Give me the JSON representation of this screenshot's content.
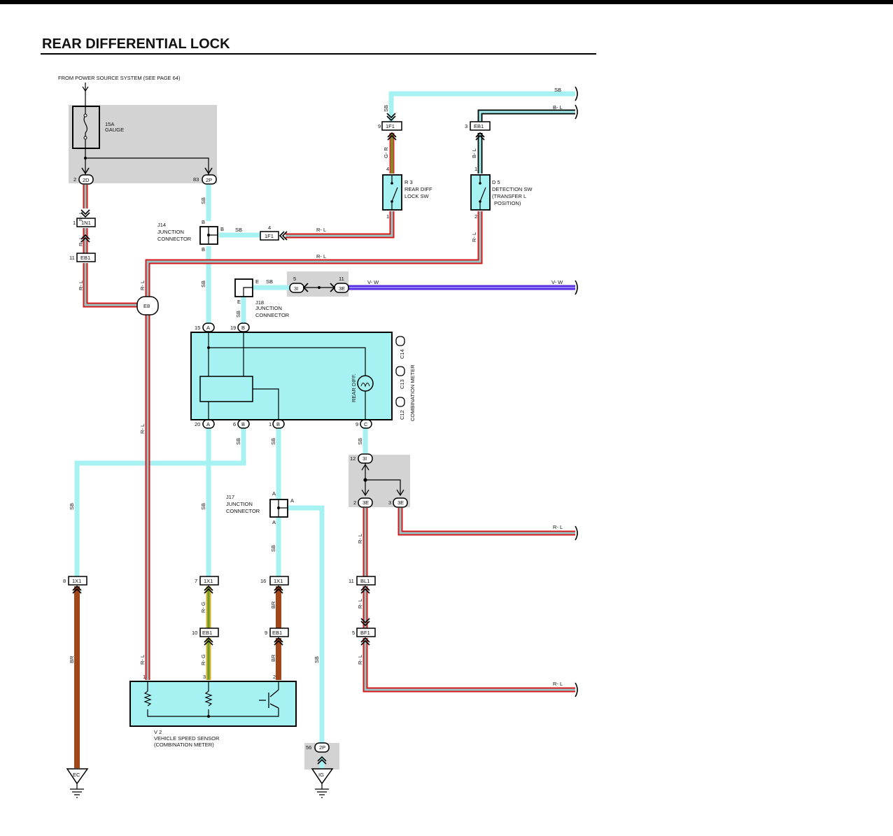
{
  "title": "REAR DIFFERENTIAL LOCK",
  "colors": {
    "sb": "#a6f2f2",
    "rl_outer": "#d41a1a",
    "rl_inner": "#98c6c6",
    "vw": "#5a2ee0",
    "br": "#a0461a",
    "rg_core": "#6a9d2a",
    "gray_box": "#d3d3d3"
  },
  "labels": {
    "power_source": "FROM POWER SOURCE SYSTEM (SEE PAGE 64)",
    "fuse_rating": "15A",
    "fuse_name": "GAUGE",
    "j14_id": "J14",
    "j14_name": "JUNCTION",
    "j14_name2": "CONNECTOR",
    "j18_id": "J18",
    "j18_name": "JUNCTION",
    "j18_name2": "CONNECTOR",
    "j17_id": "J17",
    "j17_name": "JUNCTION",
    "j17_name2": "CONNECTOR",
    "r3_id": "R 3",
    "r3_name": "REAR DIFF",
    "r3_name2": "LOCK SW",
    "d5_id": "D 5",
    "d5_name": "DETECTION SW",
    "d5_name2": "(TRANSFER L",
    "d5_name3": "POSITION)",
    "v2_id": "V 2",
    "v2_name": "VEHICLE SPEED SENSOR",
    "v2_name2": "(COMBINATION METER)",
    "meter_name": "COMBINATION METER",
    "meter_c14": "C14",
    "meter_c13": "C13",
    "meter_c12": "C12",
    "rear_diff": "REAR DIFF.",
    "ground_ec": "EC",
    "ground_ig": "IG"
  },
  "wire_colors": {
    "sb": "SB",
    "bl": "B- L",
    "rl": "R- L",
    "gr": "G- R",
    "vw": "V- W",
    "br": "BR",
    "rg": "R- G"
  },
  "connectors": {
    "c2d": "2D",
    "c2p": "2P",
    "c1n1": "1N1",
    "ceb1": "EB1",
    "ce8": "E8",
    "c1f1": "1F1",
    "c3i": "3I",
    "c3e": "3E",
    "cbl1": "BL1",
    "cbf1": "BF1",
    "c1x1": "1X1",
    "pa": "A",
    "pb": "B",
    "pc": "C",
    "pe": "E"
  },
  "pins": {
    "p2": "2",
    "p83": "83",
    "p1": "1",
    "p11": "11",
    "p4": "4",
    "p9": "9",
    "p3": "3",
    "p5": "5",
    "p15": "15",
    "p19": "19",
    "p20": "20",
    "p6": "6",
    "p12": "12",
    "p8": "8",
    "p7": "7",
    "p16": "16",
    "p10": "10",
    "p56": "56"
  }
}
